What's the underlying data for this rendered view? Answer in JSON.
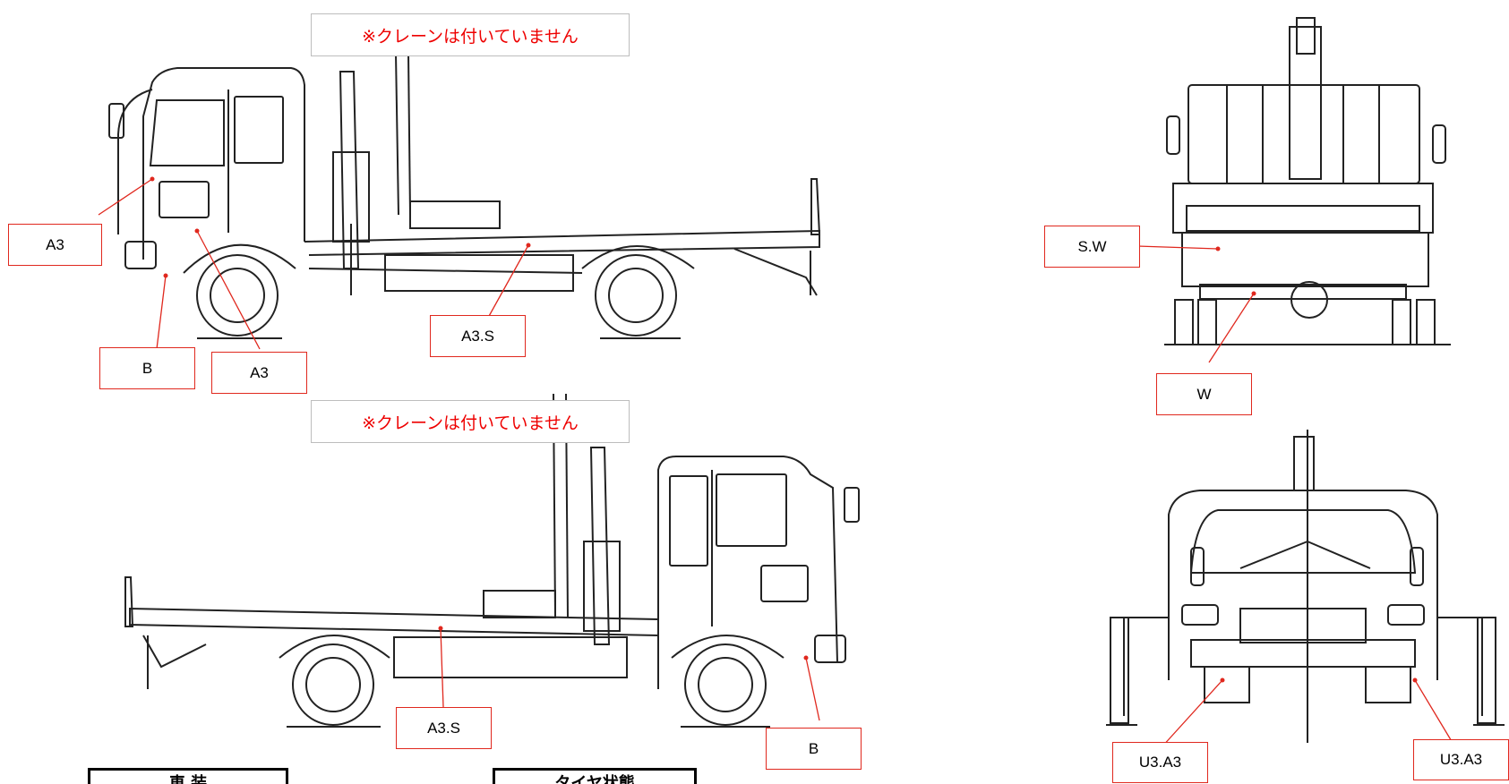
{
  "notes": {
    "top": "※クレーンは付いていません",
    "bottom": "※クレーンは付いていません"
  },
  "labels": {
    "left_top": [
      "A3",
      "B",
      "A3",
      "A3.S"
    ],
    "left_bottom": [
      "A3.S",
      "B"
    ],
    "rear": [
      "S.W",
      "W"
    ],
    "front": [
      "U3.A3",
      "U3.A3"
    ]
  },
  "footer": {
    "box1": "車 装",
    "box2": "タイヤ状態"
  },
  "colors": {
    "callout_line": "#e0281e",
    "note_text": "#ee0000",
    "drawing": "#222222"
  }
}
